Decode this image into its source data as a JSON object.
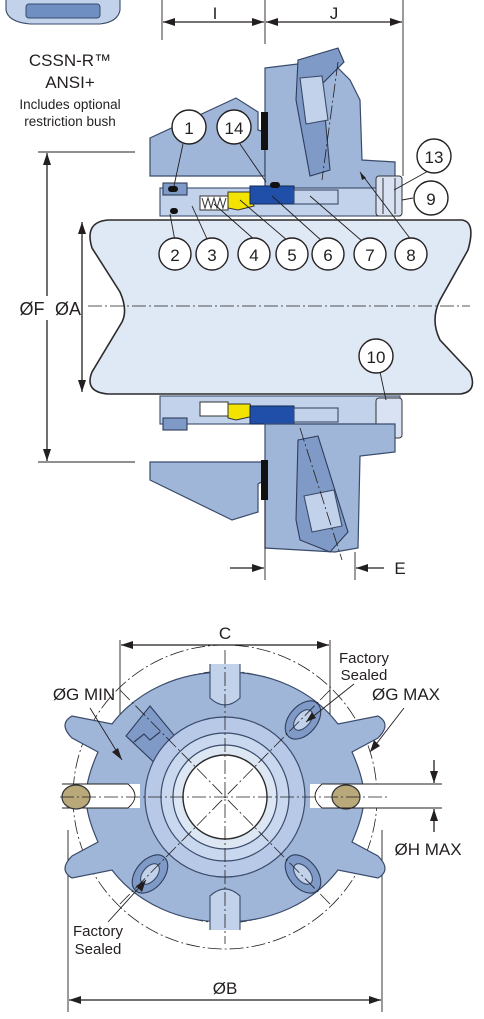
{
  "product": {
    "name": "CSSN-R™",
    "variant": "ANSI+",
    "note_line1": "Includes optional",
    "note_line2": "restriction bush"
  },
  "dimensions": {
    "I": "I",
    "J": "J",
    "E": "E",
    "F": "ØF",
    "A": "ØA",
    "C": "C",
    "B": "ØB",
    "G_min": "ØG MIN",
    "G_max": "ØG MAX",
    "H_max": "ØH MAX"
  },
  "callouts": [
    "1",
    "14",
    "13",
    "9",
    "2",
    "3",
    "4",
    "5",
    "6",
    "7",
    "8",
    "10"
  ],
  "notes": {
    "factory_sealed_top_1": "Factory",
    "factory_sealed_top_2": "Sealed",
    "factory_sealed_bottom_1": "Factory",
    "factory_sealed_bottom_2": "Sealed"
  },
  "colors": {
    "seal_body": "#9fb6d9",
    "seal_body_dark": "#7f9ac6",
    "shaft": "#dfe8f5",
    "yellow_part": "#f2e300",
    "blue_part": "#1f4fa8"
  }
}
